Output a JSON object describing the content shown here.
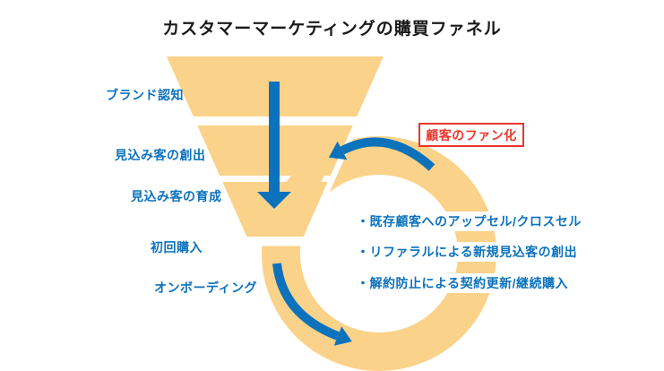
{
  "title": "カスタマーマーケティングの購買ファネル",
  "funnel": {
    "stages": [
      {
        "label": "ブランド認知"
      },
      {
        "label": "見込み客の創出"
      },
      {
        "label": "見込み客の育成"
      },
      {
        "label": "初回購入"
      },
      {
        "label": "オンボーディング"
      }
    ]
  },
  "loop": {
    "callout": "顧客のファン化",
    "bullets": [
      "・既存顧客へのアップセル/クロスセル",
      "・リファラルによる新規見込客の創出",
      "・解約防止による契約更新/継続購入"
    ]
  },
  "colors": {
    "funnel_orange": "#FBD289",
    "flow_blue": "#0C72BC",
    "callout_red": "#E8362D",
    "title_black": "#1A1A1A",
    "background": "#FFFFFF"
  }
}
